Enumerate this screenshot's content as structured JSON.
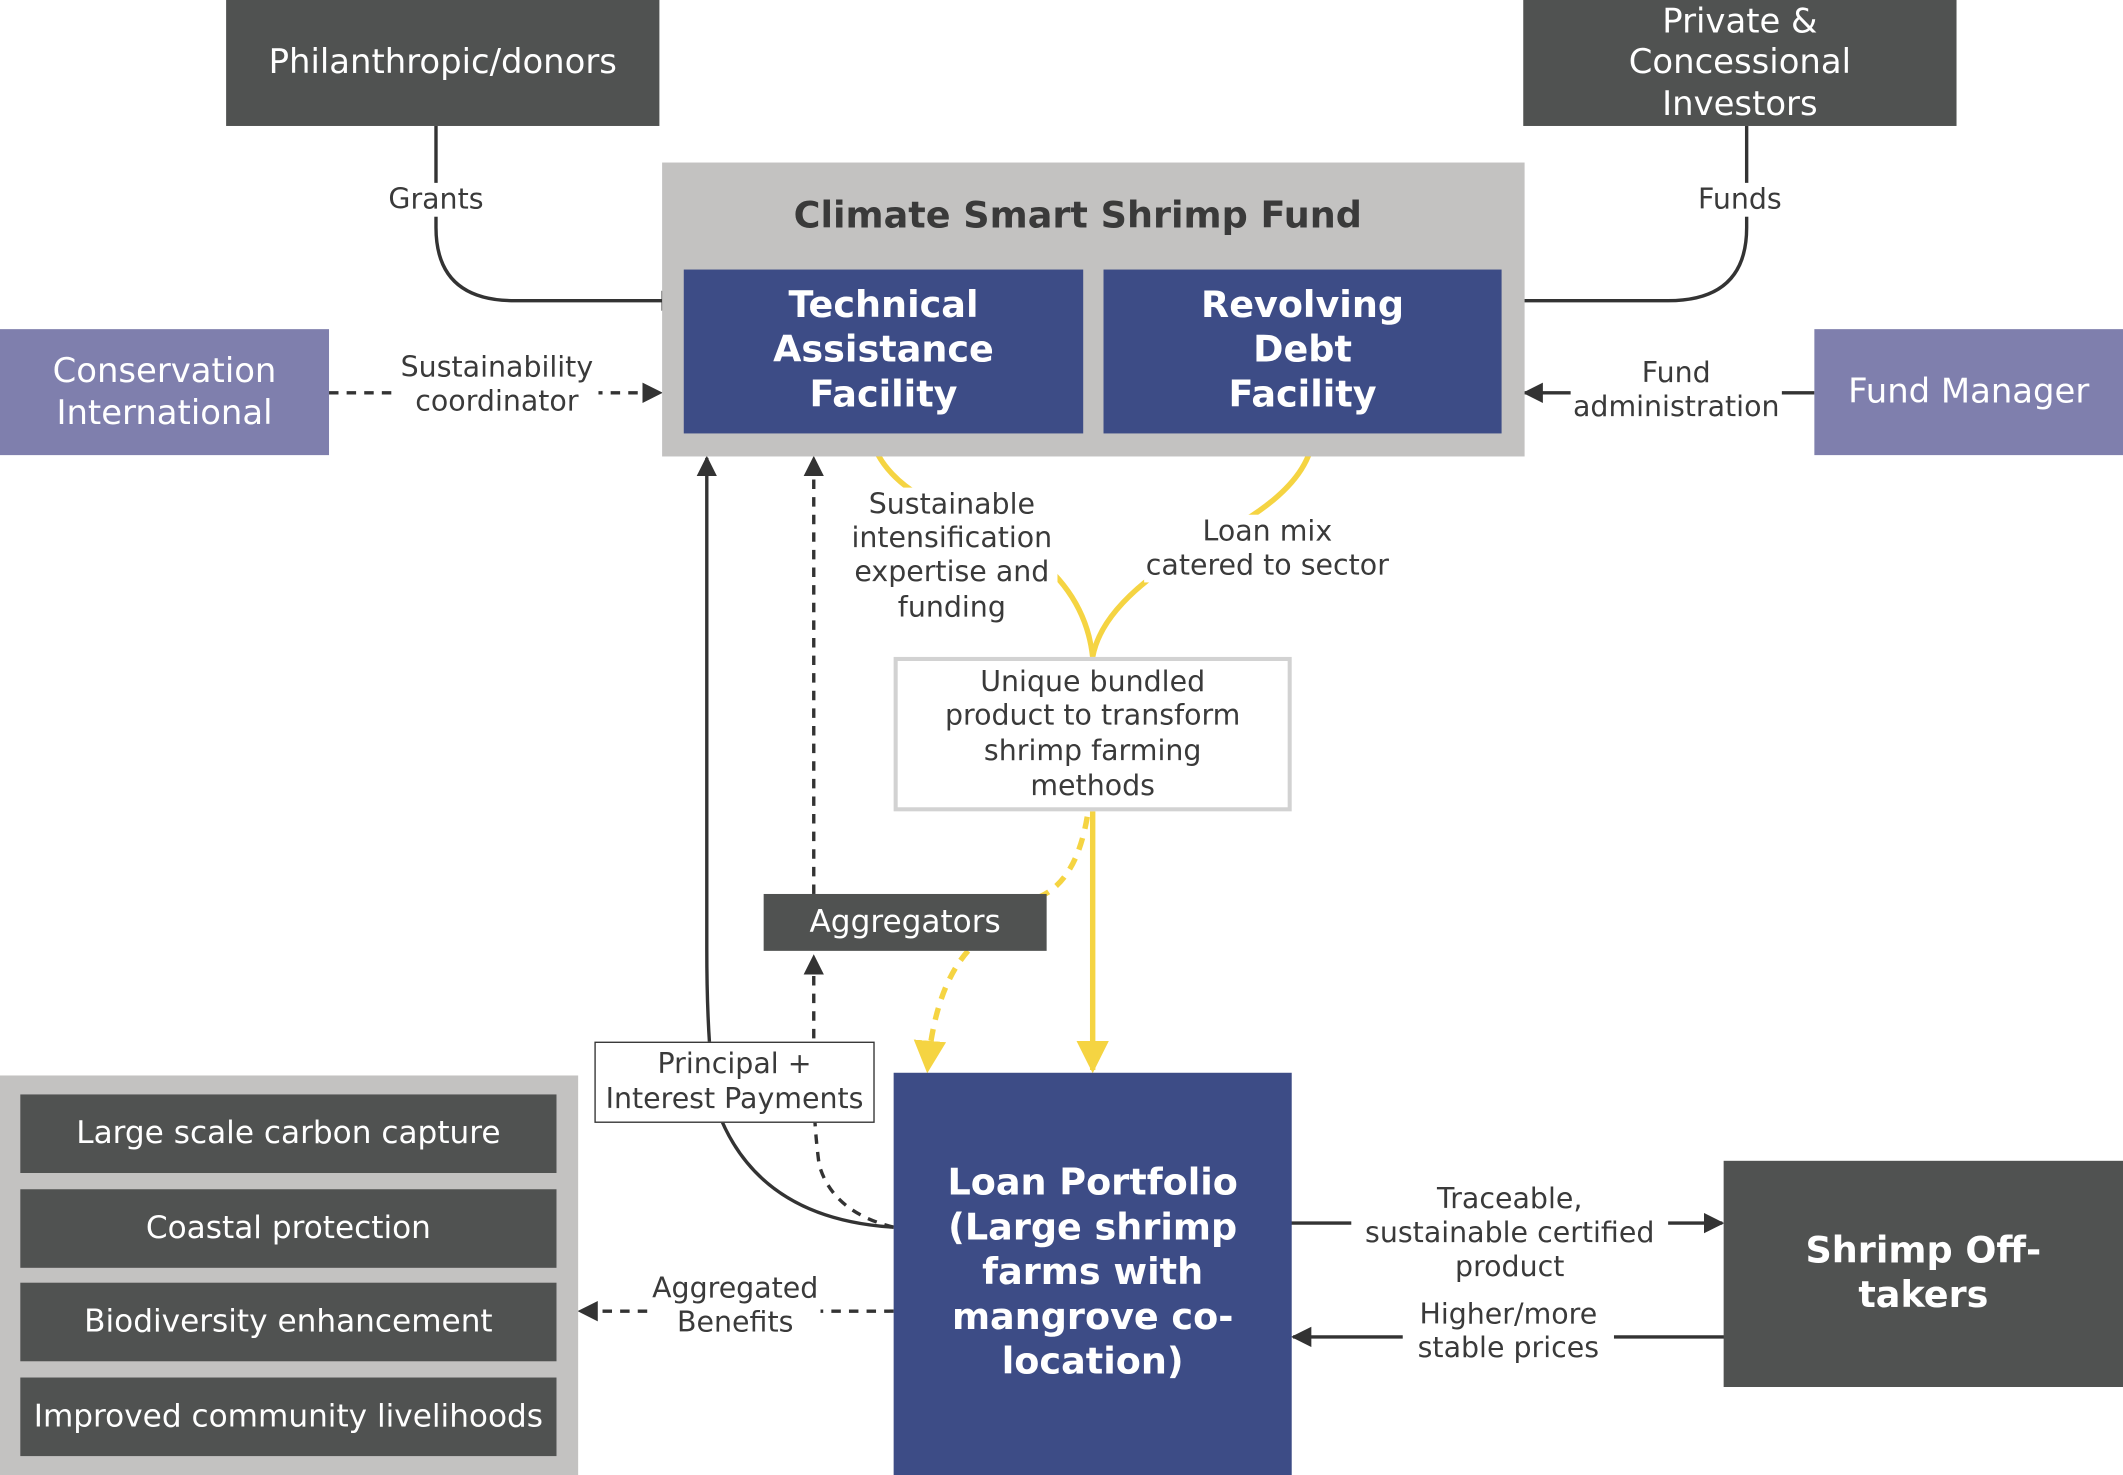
{
  "nodes": {
    "philanthropic": "Philanthropic/donors",
    "private_investors": "Private & Concessional Investors",
    "fund_title": "Climate Smart Shrimp Fund",
    "ta_facility": "Technical Assistance Facility",
    "rd_facility": "Revolving Debt Facility",
    "conservation": "Conservation International",
    "fund_manager": "Fund Manager",
    "bundled_product": "Unique bundled product to transform shrimp farming methods",
    "aggregators": "Aggregators",
    "loan_portfolio": "Loan Portfolio (Large shrimp farms with mangrove co-location)",
    "offtakers": "Shrimp Off-takers",
    "benefits": [
      "Large scale carbon capture",
      "Coastal protection",
      "Biodiversity enhancement",
      "Improved community livelihoods"
    ]
  },
  "edges": {
    "grants": "Grants",
    "funds": "Funds",
    "sustainability": "Sustainability coordinator",
    "fund_admin": "Fund administration",
    "intensification": "Sustainable intensification expertise and funding",
    "loan_mix": "Loan mix catered to sector",
    "principal": "Principal + Interest Payments",
    "aggregated_benefits": "Aggregated Benefits",
    "traceable": "Traceable, sustainable certified product",
    "prices": "Higher/more stable prices"
  },
  "colors": {
    "dark_grey": "#505251",
    "navy": "#3d4c86",
    "lavender": "#7f7fad",
    "light_grey": "#c3c2c1",
    "yellow": "#f5d442",
    "line": "#333333"
  }
}
